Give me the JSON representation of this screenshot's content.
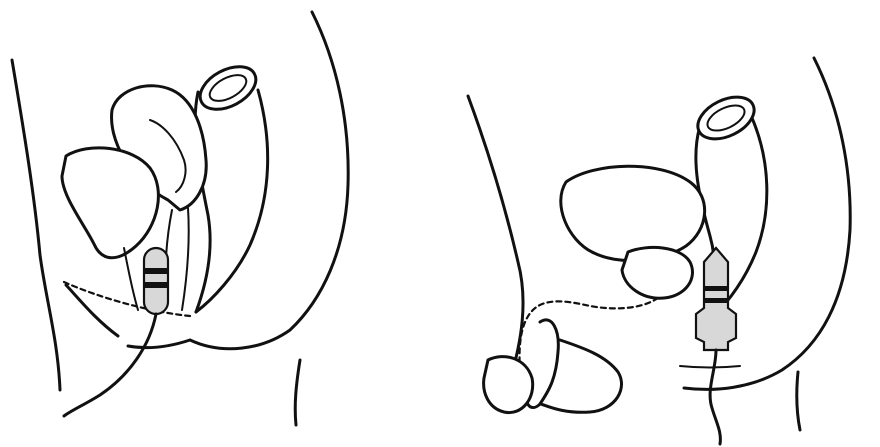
{
  "figure": {
    "panels": [
      {
        "name": "female-pelvis-sagittal",
        "structures": [
          "bladder",
          "uterus",
          "rectum",
          "vaginal-probe"
        ]
      },
      {
        "name": "male-pelvis-sagittal",
        "structures": [
          "bladder",
          "prostate",
          "rectum",
          "penis",
          "urethra",
          "anal-probe"
        ]
      }
    ],
    "colors": {
      "line": "#111111",
      "background": "#ffffff",
      "probe_fill": "#d8d8d8"
    }
  }
}
